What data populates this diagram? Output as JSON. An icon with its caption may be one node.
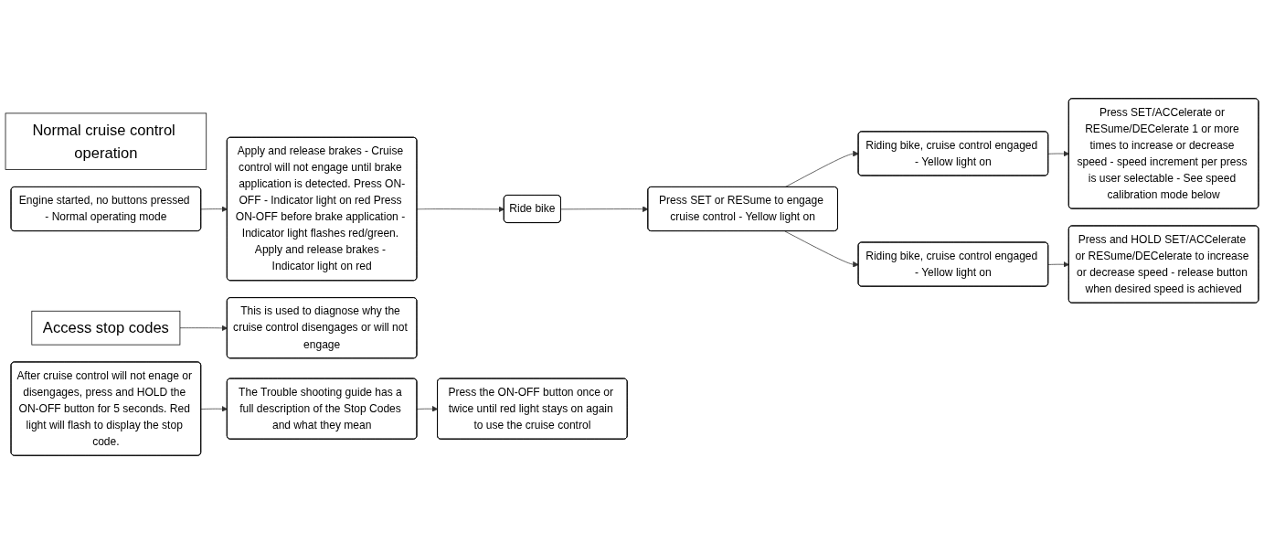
{
  "diagram": {
    "nodes": [
      {
        "text": [
          "Normal cruise control operation"
        ]
      },
      {
        "text": [
          "Engine started, no buttons pressed - Normal operating mode"
        ]
      },
      {
        "text": [
          "Apply and release brakes - Cruise control will not engage until brake application is detected. Press ON-OFF - Indicator light on red Press ON-OFF before brake application - Indicator light flashes red/green. Apply and release brakes - Indicator light on red"
        ]
      },
      {
        "text": [
          "Ride bike"
        ]
      },
      {
        "text": [
          "Press SET or RESume to engage cruise control - Yellow light on"
        ]
      },
      {
        "text": [
          "Riding bike, cruise control engaged - Yellow light on"
        ]
      },
      {
        "text": [
          "Press SET/ACCelerate or RESume/DECelerate 1 or more times to increase or decrease speed - speed increment per press is user selectable - See speed calibration mode below"
        ]
      },
      {
        "text": [
          "Riding bike, cruise control engaged - Yellow light on"
        ]
      },
      {
        "text": [
          "Press and HOLD SET/ACCelerate or RESume/DECelerate to increase or decrease speed - release button when desired speed is achieved"
        ]
      },
      {
        "text": [
          "Access stop codes"
        ]
      },
      {
        "text": [
          "This is used to diagnose why the cruise control disengages or will not engage"
        ]
      },
      {
        "text": [
          "After cruise control will not enage or disengages, press and HOLD the ON-OFF button for 5 seconds. Red light will flash to display the stop code."
        ]
      },
      {
        "text": [
          "The Trouble shooting guide has a full description of the Stop Codes and what they mean"
        ]
      },
      {
        "text": [
          "Press the ON-OFF button once or twice until red light stays on again to use the cruise control"
        ]
      }
    ],
    "edges": [
      {
        "from": 1,
        "to": 2,
        "arrow": "to"
      },
      {
        "from": 2,
        "to": 3,
        "arrow": "to"
      },
      {
        "from": 3,
        "to": 4,
        "arrow": "to"
      },
      {
        "from": 4,
        "to": 5,
        "arrow": "to"
      },
      {
        "from": 5,
        "to": 6,
        "arrow": "to"
      },
      {
        "from": 4,
        "to": 7,
        "arrow": "to"
      },
      {
        "from": 7,
        "to": 8,
        "arrow": "to"
      },
      {
        "from": 9,
        "to": 10,
        "arrow": "to"
      },
      {
        "from": 11,
        "to": 12,
        "arrow": "to"
      },
      {
        "from": 12,
        "to": 13,
        "arrow": "to"
      }
    ]
  }
}
